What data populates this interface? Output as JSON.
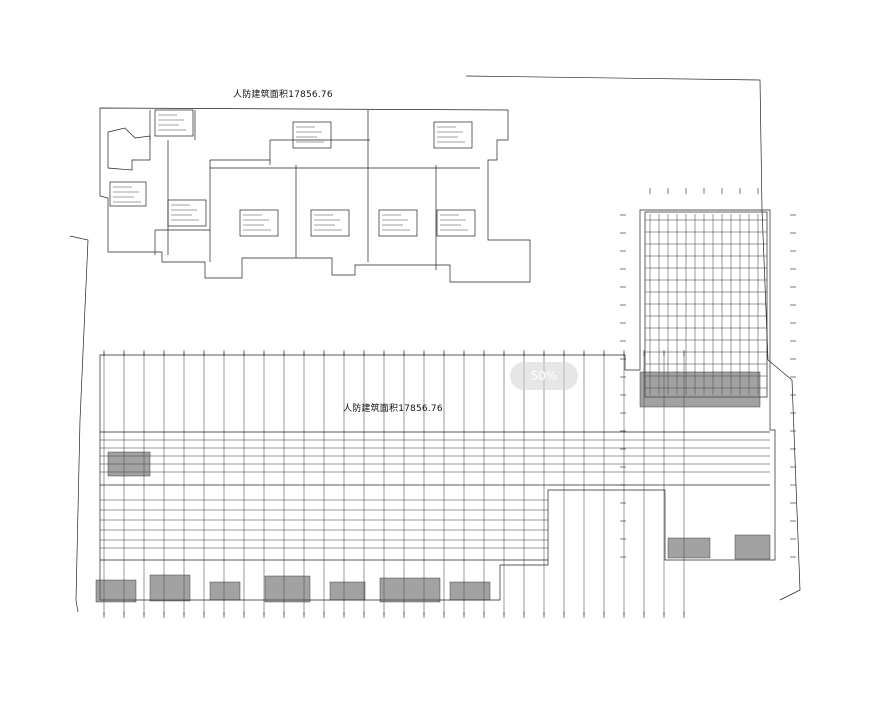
{
  "drawing": {
    "upper_area_label": "人防建筑面积17856.76",
    "lower_area_label": "人防建筑面积17856.76"
  },
  "viewer": {
    "zoom_label": "50%"
  },
  "colors": {
    "line": "#222222",
    "background": "#ffffff",
    "overlay": "#d2d2d2"
  }
}
